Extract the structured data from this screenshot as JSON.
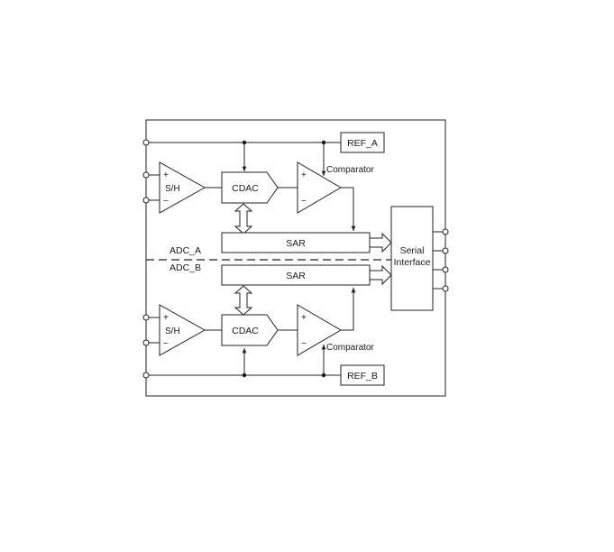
{
  "blocks": {
    "ref_a": "REF_A",
    "ref_b": "REF_B",
    "sh": "S/H",
    "cdac": "CDAC",
    "sar": "SAR",
    "comparator": "Comparator",
    "serial_interface_line1": "Serial",
    "serial_interface_line2": "Interface",
    "adc_a": "ADC_A",
    "adc_b": "ADC_B",
    "plus": "+",
    "minus": "−"
  },
  "colors": {
    "line": "#222222",
    "background": "#ffffff"
  }
}
